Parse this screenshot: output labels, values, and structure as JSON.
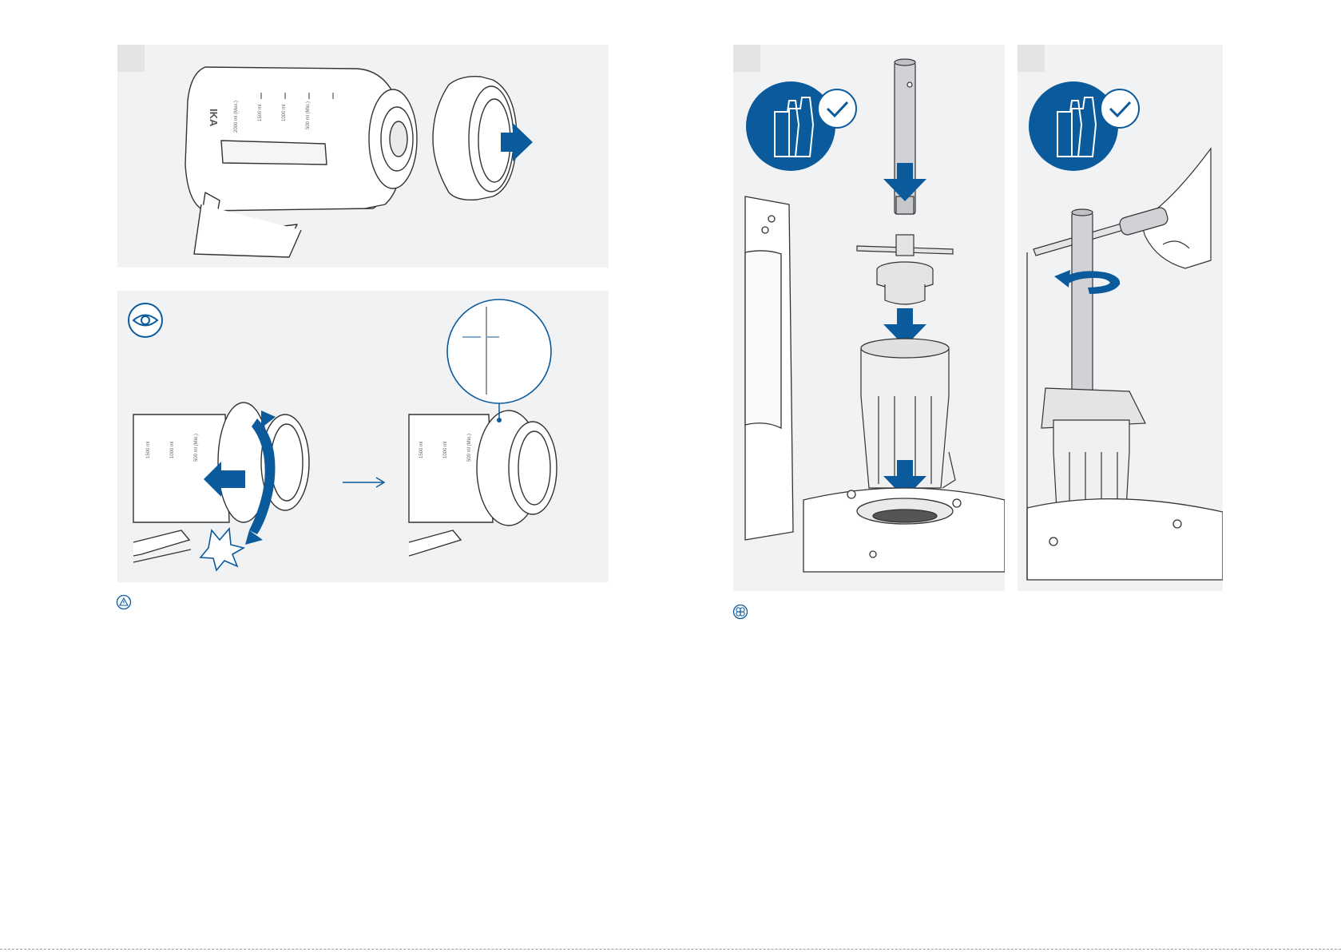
{
  "page": {
    "title": ""
  },
  "figures": {
    "step_a": {
      "badge": "",
      "brand": "IKA",
      "scale_marks": [
        "2000 ml (Max.)",
        "1500 ml",
        "1000 ml",
        "500 ml (Min.)"
      ]
    },
    "step_b": {
      "badge": "",
      "icon": "eye-icon",
      "scale_marks": [
        "1500 ml",
        "1000 ml",
        "500 ml (Min.)"
      ]
    },
    "step_c": {
      "badge": "",
      "icon": "gloves-check-icon"
    },
    "step_d": {
      "badge": "",
      "icon": "gloves-check-icon"
    }
  },
  "footer_icons": [
    "warning-icon",
    "cleaning-icon"
  ],
  "colors": {
    "accent": "#0a5a9c",
    "panel": "#f1f2f4",
    "line": "#3a3a3a"
  }
}
